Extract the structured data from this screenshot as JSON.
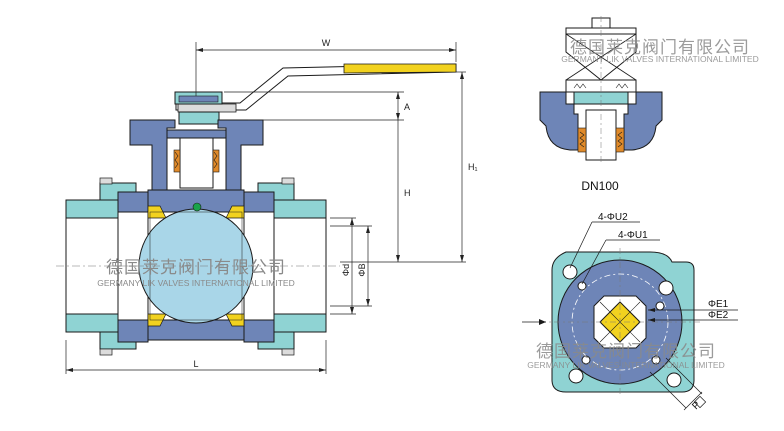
{
  "dimensions": {
    "W": "W",
    "A": "A",
    "H": "H",
    "H1": "H₁",
    "phi_d": "Φd",
    "phi_B": "ΦB",
    "L": "L",
    "phi_E1": "ΦE1",
    "phi_E2": "ΦE2",
    "holes_U2": "4-ΦU2",
    "holes_U1": "4-ΦU1",
    "P": "P"
  },
  "detail_caption": "DN100",
  "watermark": {
    "cn": "德国莱克阀门有限公司",
    "en": "GERMANY LIK VALVES INTERNATIONAL LIMITED"
  },
  "colors": {
    "teal": "#8fd3d3",
    "blue": "#6e85b7",
    "ball": "#a9d6e8",
    "yellow": "#f2d21f",
    "orange": "#e08a2a",
    "outline": "#1a1a1a"
  }
}
